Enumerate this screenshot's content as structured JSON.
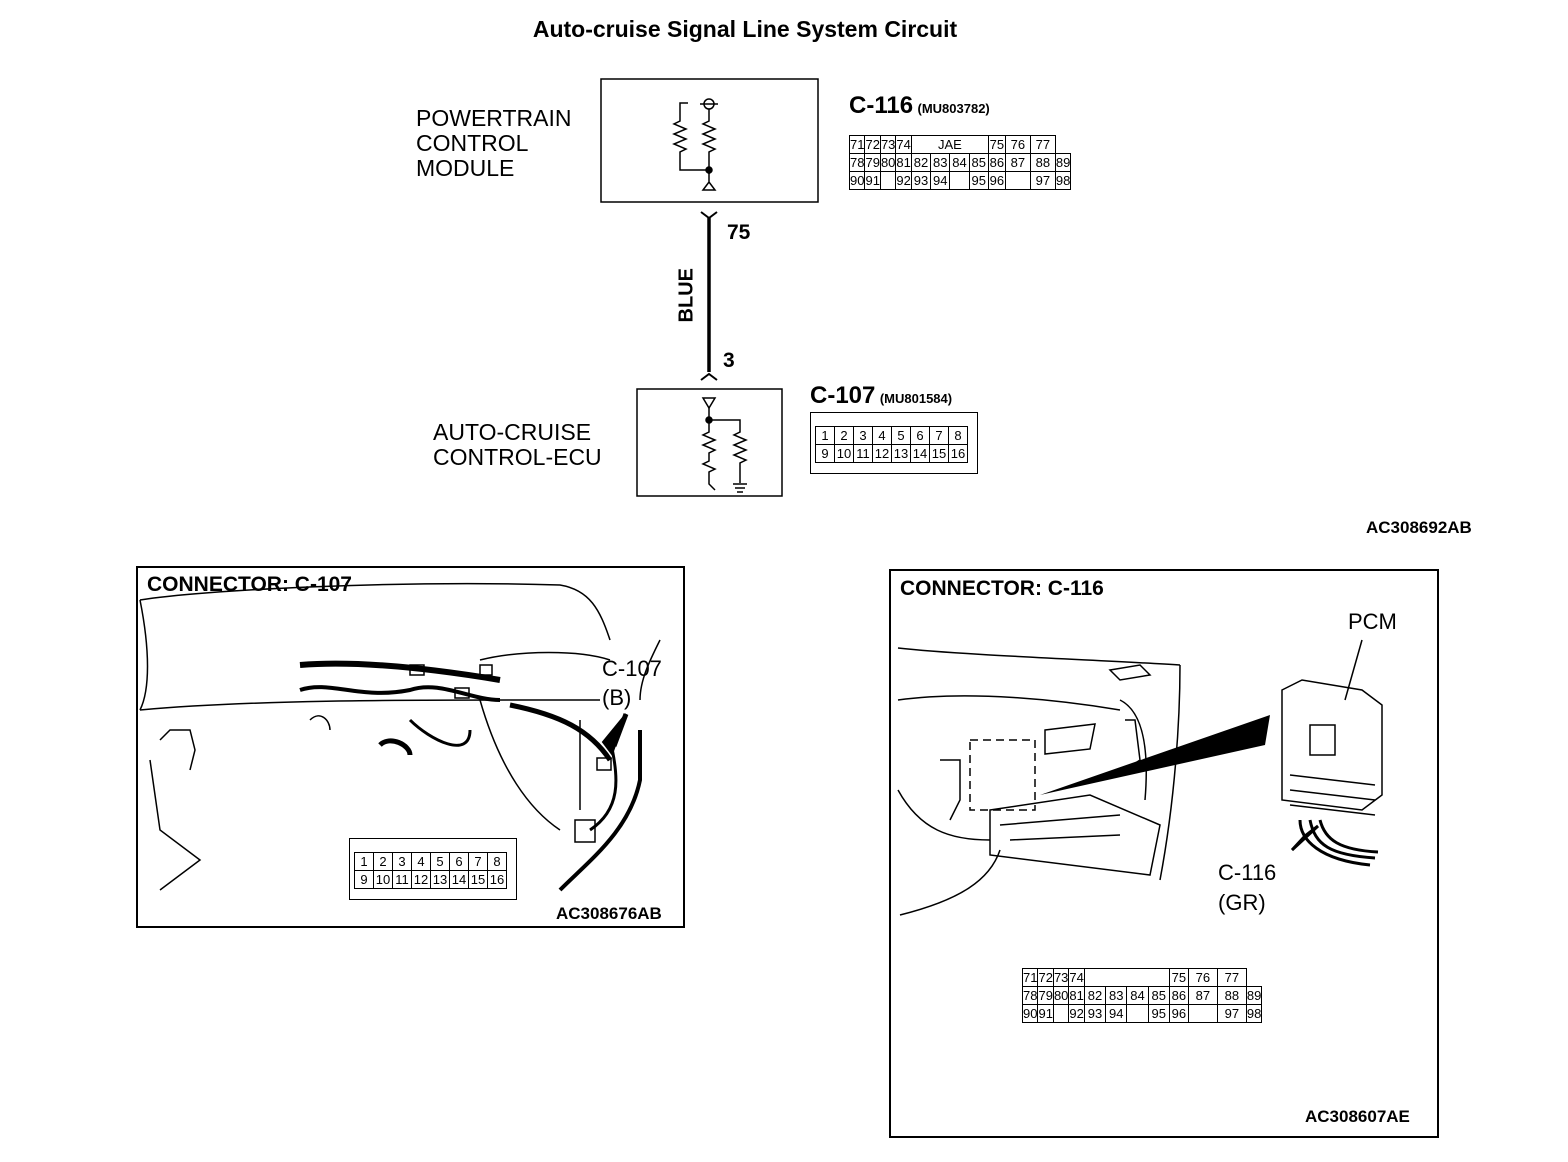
{
  "title": "Auto-cruise Signal Line System Circuit",
  "pcm": {
    "label_lines": [
      "POWERTRAIN",
      "CONTROL",
      "MODULE"
    ],
    "connector_id": "C-116",
    "part_number": "(MU803782)",
    "pin_rows": [
      [
        "71",
        "72",
        "73",
        "74",
        "JAE",
        "75",
        "76",
        "77"
      ],
      [
        "78",
        "79",
        "80",
        "81",
        "82",
        "83",
        "84",
        "85",
        "86",
        "87",
        "88",
        "89"
      ],
      [
        "90",
        "91",
        "",
        "92",
        "93",
        "94",
        "",
        "95",
        "96",
        "",
        "97",
        "98"
      ]
    ]
  },
  "wire": {
    "color_label": "BLUE",
    "pin_top": "75",
    "pin_bottom": "3"
  },
  "ecu": {
    "label_lines": [
      "AUTO-CRUISE",
      "CONTROL-ECU"
    ],
    "connector_id": "C-107",
    "part_number": "(MU801584)",
    "pin_rows": [
      [
        "1",
        "2",
        "3",
        "4",
        "5",
        "6",
        "7",
        "8"
      ],
      [
        "9",
        "10",
        "11",
        "12",
        "13",
        "14",
        "15",
        "16"
      ]
    ]
  },
  "circuit_ref": "AC308692AB",
  "panel_c107": {
    "title": "CONNECTOR: C-107",
    "callout_lines": [
      "C-107",
      "(B)"
    ],
    "ref": "AC308676AB",
    "pin_rows": [
      [
        "1",
        "2",
        "3",
        "4",
        "5",
        "6",
        "7",
        "8"
      ],
      [
        "9",
        "10",
        "11",
        "12",
        "13",
        "14",
        "15",
        "16"
      ]
    ]
  },
  "panel_c116": {
    "title": "CONNECTOR: C-116",
    "pcm_label": "PCM",
    "callout_lines": [
      "C-116",
      "(GR)"
    ],
    "ref": "AC308607AE",
    "pin_rows": [
      [
        "71",
        "72",
        "73",
        "74",
        "",
        "75",
        "76",
        "77"
      ],
      [
        "78",
        "79",
        "80",
        "81",
        "82",
        "83",
        "84",
        "85",
        "86",
        "87",
        "88",
        "89"
      ],
      [
        "90",
        "91",
        "",
        "92",
        "93",
        "94",
        "",
        "95",
        "96",
        "",
        "97",
        "98"
      ]
    ]
  }
}
